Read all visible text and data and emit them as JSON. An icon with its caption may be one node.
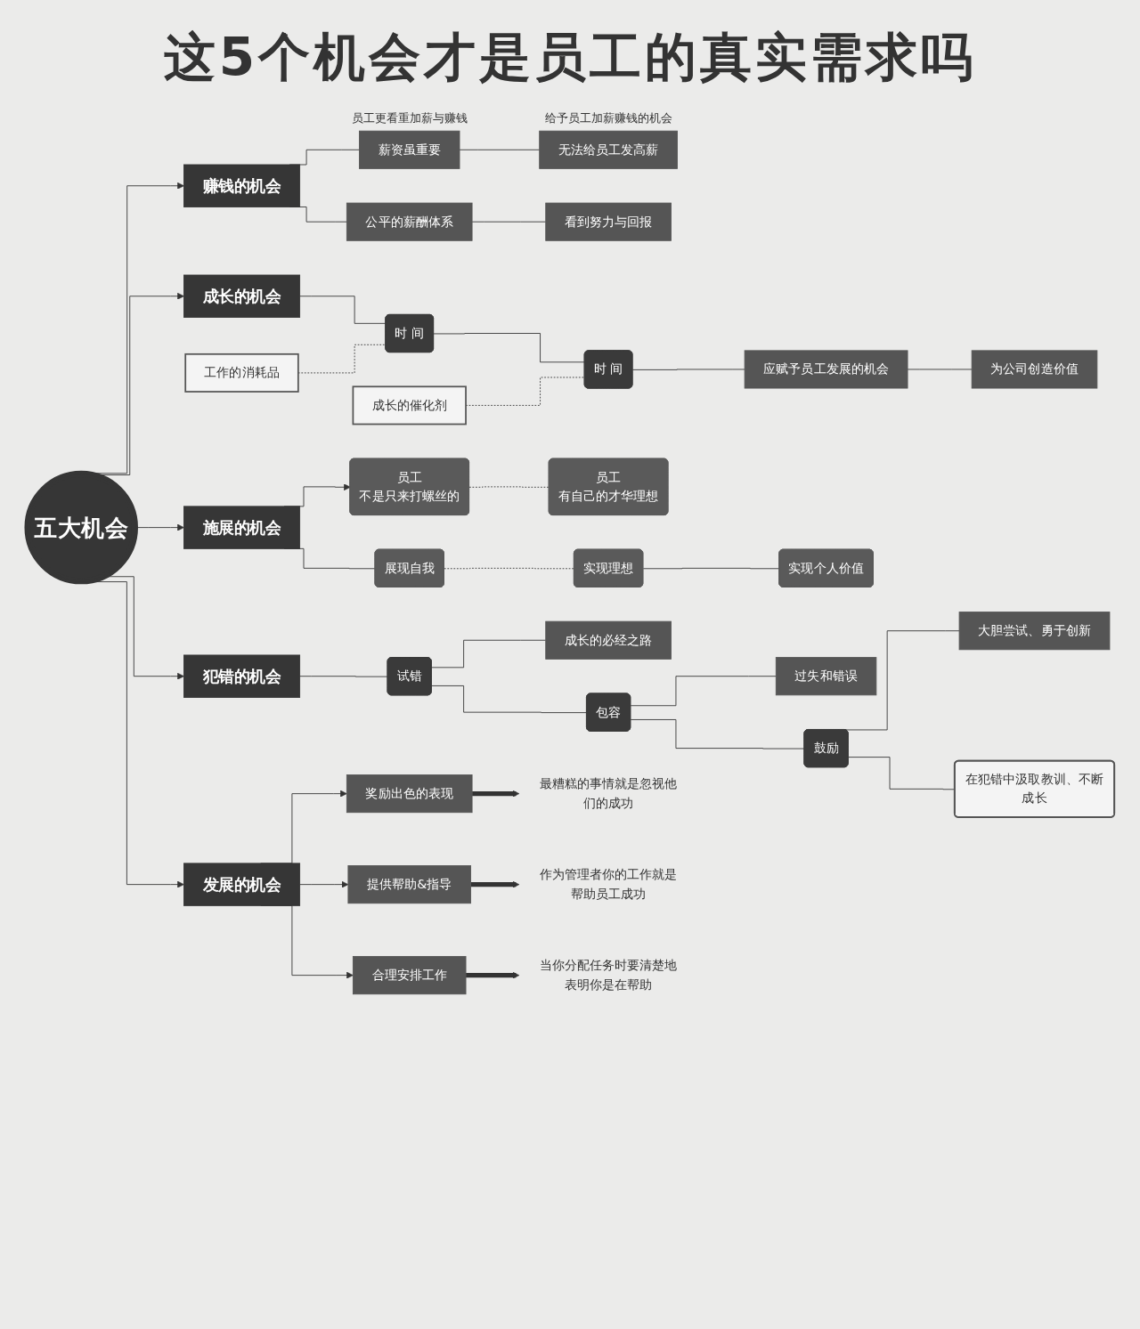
{
  "diagram": {
    "title": "这5个机会才是员工的真实需求吗",
    "nodes": [
      {
        "text": [
          "赚钱的机会"
        ]
      },
      {
        "text": [
          "无法给员工发高薪"
        ],
        "beside": [
          "给予员工加薪赚钱的机会"
        ]
      },
      {
        "text": [
          "薪资虽重要"
        ],
        "beside": [
          "员工更看重加薪与赚钱"
        ]
      },
      {
        "text": [
          "公平的薪酬体系"
        ]
      },
      {
        "text": [
          "看到努力与回报"
        ]
      },
      {
        "text": [
          "成长的机会"
        ]
      },
      {
        "text": [
          "工作的消耗品"
        ]
      },
      {
        "text": [
          "时 间"
        ]
      },
      {
        "text": [
          "成长的催化剂"
        ]
      },
      {
        "text": [
          "时 间"
        ]
      },
      {
        "text": [
          "应赋予员工发展的机会"
        ]
      },
      {
        "text": [
          "为公司创造价值"
        ]
      },
      {
        "text": [
          "施展的机会"
        ]
      },
      {
        "text": [
          "员工",
          "不是只来打螺丝的"
        ]
      },
      {
        "text": [
          "员工",
          "有自己的才华理想"
        ]
      },
      {
        "text": [
          "展现自我"
        ]
      },
      {
        "text": [
          "实现理想"
        ]
      },
      {
        "text": [
          "实现个人价值"
        ]
      },
      {
        "text": [
          "五大机会"
        ]
      },
      {
        "text": [
          "犯错的机会"
        ]
      },
      {
        "text": [
          "试错"
        ]
      },
      {
        "text": [
          "成长的必经之路"
        ]
      },
      {
        "text": [
          "包容"
        ]
      },
      {
        "text": [
          "过失和错误"
        ]
      },
      {
        "text": [
          "鼓励"
        ]
      },
      {
        "text": [
          "大胆尝试、勇于创新"
        ]
      },
      {
        "text": [
          "在犯错中汲取教训、不断成长"
        ]
      },
      {
        "text": [
          "发展的机会"
        ]
      },
      {
        "text": [
          "奖励出色的表现"
        ]
      },
      {
        "text": [
          "提供帮助&指导"
        ]
      },
      {
        "text": [
          "合理安排工作"
        ]
      },
      {
        "text": [
          "最糟糕的事情就是忽视他们的成功"
        ]
      },
      {
        "text": [
          "作为管理者你的工作就是帮助员工成功"
        ]
      },
      {
        "text": [
          "当你分配任务时要清楚地表明你是在帮助"
        ]
      }
    ],
    "edges": [
      {
        "from": 18,
        "to": 0,
        "arrow": "to"
      },
      {
        "from": 18,
        "to": 5,
        "arrow": "to"
      },
      {
        "from": 18,
        "to": 12,
        "arrow": "to"
      },
      {
        "from": 18,
        "to": 19,
        "arrow": "to"
      },
      {
        "from": 18,
        "to": 27,
        "arrow": "to"
      },
      {
        "from": 0,
        "to": 2,
        "arrow": "none"
      },
      {
        "from": 2,
        "to": 1,
        "arrow": "none"
      },
      {
        "from": 0,
        "to": 3,
        "arrow": "none"
      },
      {
        "from": 3,
        "to": 4,
        "arrow": "none"
      },
      {
        "from": 5,
        "to": 7,
        "arrow": "none"
      },
      {
        "from": 6,
        "to": 7,
        "arrow": "none",
        "style": "dashed"
      },
      {
        "from": 7,
        "to": 9,
        "arrow": "none"
      },
      {
        "from": 8,
        "to": 9,
        "arrow": "none",
        "style": "dashed"
      },
      {
        "from": 9,
        "to": 10,
        "arrow": "none"
      },
      {
        "from": 10,
        "to": 11,
        "arrow": "none"
      },
      {
        "from": 12,
        "to": 13,
        "arrow": "to"
      },
      {
        "from": 13,
        "to": 14,
        "arrow": "none",
        "style": "dashed"
      },
      {
        "from": 12,
        "to": 15,
        "arrow": "none"
      },
      {
        "from": 15,
        "to": 16,
        "arrow": "none",
        "style": "dashed"
      },
      {
        "from": 16,
        "to": 17,
        "arrow": "none"
      },
      {
        "from": 19,
        "to": 20,
        "arrow": "none"
      },
      {
        "from": 20,
        "to": 21,
        "arrow": "none"
      },
      {
        "from": 20,
        "to": 22,
        "arrow": "none"
      },
      {
        "from": 22,
        "to": 23,
        "arrow": "none"
      },
      {
        "from": 22,
        "to": 24,
        "arrow": "none"
      },
      {
        "from": 24,
        "to": 25,
        "arrow": "none"
      },
      {
        "from": 24,
        "to": 26,
        "arrow": "none"
      },
      {
        "from": 27,
        "to": 28,
        "arrow": "to"
      },
      {
        "from": 27,
        "to": 29,
        "arrow": "to"
      },
      {
        "from": 27,
        "to": 30,
        "arrow": "to"
      },
      {
        "from": 28,
        "to": 31,
        "arrow": "to",
        "style": "thick"
      },
      {
        "from": 29,
        "to": 32,
        "arrow": "to",
        "style": "thick"
      },
      {
        "from": 30,
        "to": 33,
        "arrow": "to",
        "style": "thick"
      }
    ]
  }
}
